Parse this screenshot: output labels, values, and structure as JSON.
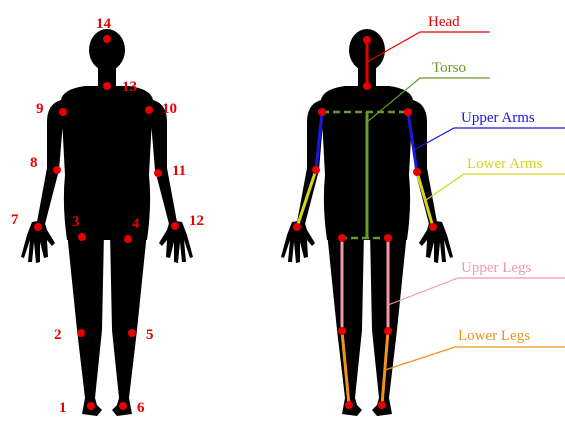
{
  "left_figure": {
    "joints": [
      {
        "id": "1",
        "label": "1"
      },
      {
        "id": "2",
        "label": "2"
      },
      {
        "id": "3",
        "label": "3"
      },
      {
        "id": "4",
        "label": "4"
      },
      {
        "id": "5",
        "label": "5"
      },
      {
        "id": "6",
        "label": "6"
      },
      {
        "id": "7",
        "label": "7"
      },
      {
        "id": "8",
        "label": "8"
      },
      {
        "id": "9",
        "label": "9"
      },
      {
        "id": "10",
        "label": "10"
      },
      {
        "id": "11",
        "label": "11"
      },
      {
        "id": "12",
        "label": "12"
      },
      {
        "id": "13",
        "label": "13"
      },
      {
        "id": "14",
        "label": "14"
      }
    ],
    "joint_color": "#e60000"
  },
  "right_figure": {
    "parts": [
      {
        "key": "head",
        "label": "Head",
        "color": "#e60000"
      },
      {
        "key": "torso",
        "label": "Torso",
        "color": "#6a9a2e"
      },
      {
        "key": "upper_arms",
        "label": "Upper Arms",
        "color": "#1a1adc"
      },
      {
        "key": "lower_arms",
        "label": "Lower Arms",
        "color": "#d8d21a"
      },
      {
        "key": "upper_legs",
        "label": "Upper Legs",
        "color": "#f29aa8"
      },
      {
        "key": "lower_legs",
        "label": "Lower Legs",
        "color": "#f0921c"
      }
    ]
  },
  "silhouette_color": "#000000"
}
